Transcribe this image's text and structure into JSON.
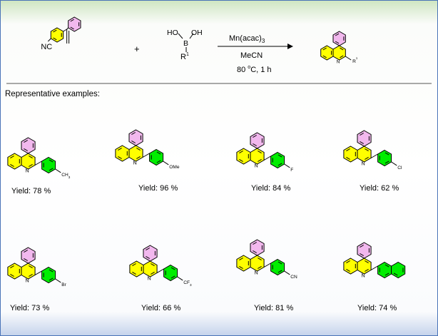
{
  "colors": {
    "yellow": "#ffff00",
    "pink": "#f2b8ee",
    "green": "#00ee00",
    "r_label": "#00a000"
  },
  "reaction": {
    "reagent_1": "Mn(acac)",
    "reagent_1_sub": "3",
    "reagent_2": "MeCN",
    "conditions_temp": "80 ",
    "conditions_deg": "o",
    "conditions_rest": "C, 1 h",
    "plus": "+",
    "isonitrile": "NC",
    "boronic_left": "HO",
    "boronic_right": "OH",
    "boron": "B",
    "r_label": "R",
    "r_sup": "1",
    "product_n": "N",
    "product_r": "R",
    "product_r_sup": "1"
  },
  "examples_title": "Representative examples:",
  "examples": [
    {
      "substituent": "CH",
      "sub_index": "3",
      "yield": "Yield: 78 %"
    },
    {
      "substituent": "OMe",
      "sub_index": "",
      "yield": "Yield: 96 %"
    },
    {
      "substituent": "F",
      "sub_index": "",
      "yield": "Yield: 84 %"
    },
    {
      "substituent": "Cl",
      "sub_index": "",
      "yield": "Yield: 62 %"
    },
    {
      "substituent": "Br",
      "sub_index": "",
      "yield": "Yield: 73 %"
    },
    {
      "substituent": "CF",
      "sub_index": "3",
      "yield": "Yield: 66 %"
    },
    {
      "substituent": "CN",
      "sub_index": "",
      "yield": "Yield: 81 %"
    },
    {
      "substituent": "",
      "sub_index": "",
      "yield": "Yield: 74 %"
    }
  ]
}
